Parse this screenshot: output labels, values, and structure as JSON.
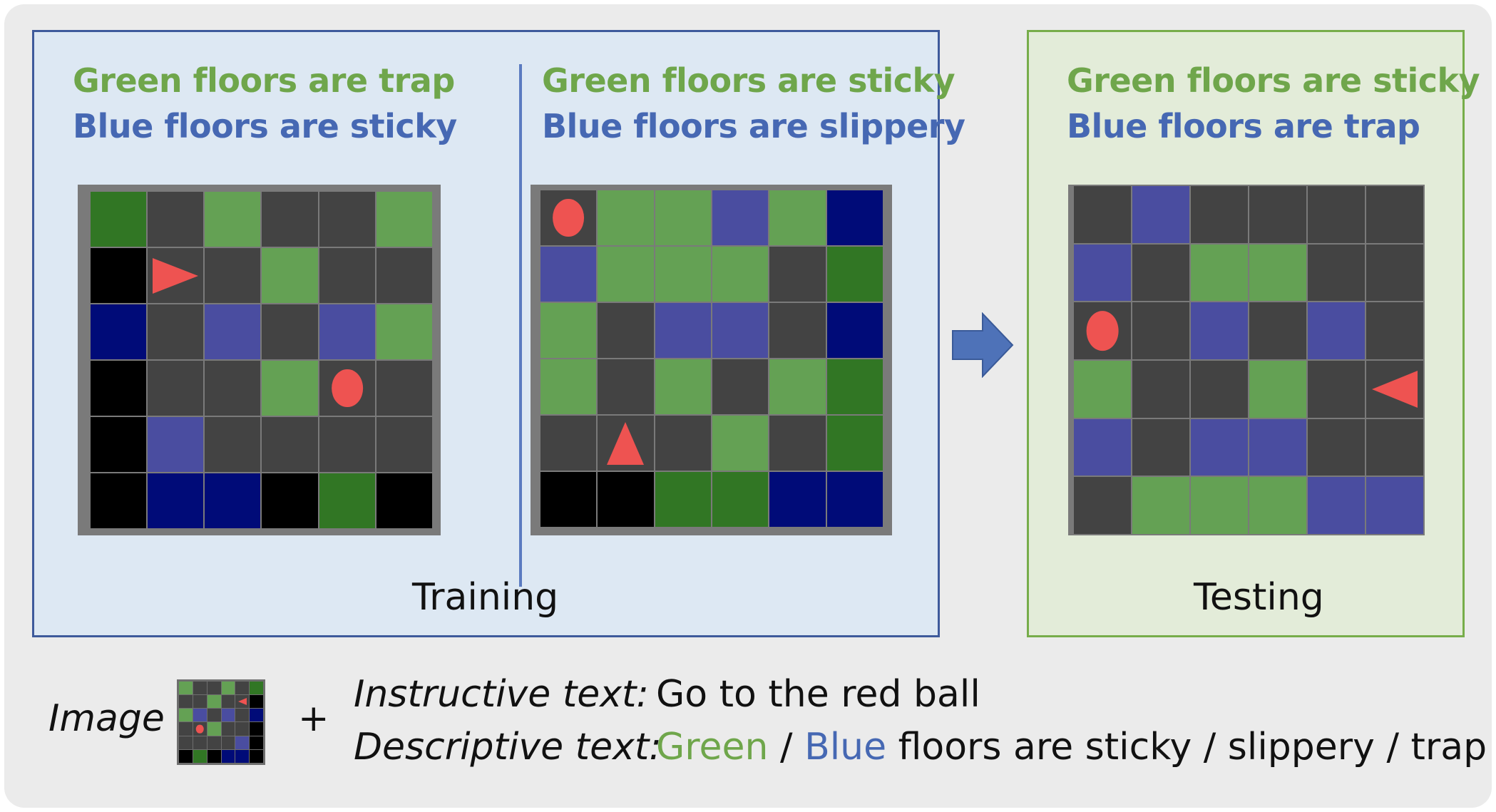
{
  "training": {
    "caption": "Training",
    "env1": {
      "line1": "Green floors are trap",
      "line2": "Blue floors are sticky",
      "grid": [
        [
          "G",
          "k",
          "g",
          "k",
          "k",
          "g"
        ],
        [
          "K",
          "k",
          "k",
          "g",
          "k",
          "k"
        ],
        [
          "B",
          "k",
          "b",
          "k",
          "b",
          "g"
        ],
        [
          "K",
          "k",
          "k",
          "g",
          "k",
          "k"
        ],
        [
          "K",
          "b",
          "k",
          "k",
          "k",
          "k"
        ],
        [
          "K",
          "B",
          "B",
          "K",
          "G",
          "K"
        ]
      ],
      "agent": {
        "row": 1,
        "col": 1,
        "dir": "right"
      },
      "ball": {
        "row": 3,
        "col": 4
      }
    },
    "env2": {
      "line1": "Green floors are sticky",
      "line2": "Blue floors are slippery",
      "grid": [
        [
          "k",
          "g",
          "g",
          "b",
          "g",
          "B"
        ],
        [
          "b",
          "g",
          "g",
          "g",
          "k",
          "G"
        ],
        [
          "g",
          "k",
          "b",
          "b",
          "k",
          "B"
        ],
        [
          "g",
          "k",
          "g",
          "k",
          "g",
          "G"
        ],
        [
          "k",
          "k",
          "k",
          "g",
          "k",
          "G"
        ],
        [
          "K",
          "K",
          "G",
          "G",
          "B",
          "B"
        ]
      ],
      "agent": {
        "row": 4,
        "col": 1,
        "dir": "up"
      },
      "ball": {
        "row": 0,
        "col": 0
      }
    }
  },
  "testing": {
    "caption": "Testing",
    "env": {
      "line1": "Green floors are sticky",
      "line2": "Blue floors are trap",
      "grid": [
        [
          "k",
          "b",
          "k",
          "k",
          "k",
          "k"
        ],
        [
          "b",
          "k",
          "g",
          "g",
          "k",
          "k"
        ],
        [
          "k",
          "k",
          "b",
          "k",
          "b",
          "k"
        ],
        [
          "g",
          "k",
          "k",
          "g",
          "k",
          "k"
        ],
        [
          "b",
          "k",
          "b",
          "b",
          "k",
          "k"
        ],
        [
          "k",
          "g",
          "g",
          "g",
          "b",
          "b"
        ]
      ],
      "agent": {
        "row": 3,
        "col": 5,
        "dir": "left"
      },
      "ball": {
        "row": 2,
        "col": 0
      }
    }
  },
  "bottom": {
    "image_label": "Image",
    "plus": "+",
    "instructive_label": "Instructive text:",
    "instructive_value": "Go to the red ball",
    "descriptive_label": "Descriptive text:",
    "descriptive_green": "Green",
    "descriptive_sep": " / ",
    "descriptive_blue": "Blue",
    "descriptive_rest": " floors are sticky / slippery / trap",
    "mini_grid": [
      [
        "g",
        "k",
        "k",
        "g",
        "k",
        "G"
      ],
      [
        "k",
        "k",
        "g",
        "k",
        "k",
        "K"
      ],
      [
        "g",
        "b",
        "k",
        "b",
        "k",
        "B"
      ],
      [
        "k",
        "k",
        "g",
        "k",
        "k",
        "K"
      ],
      [
        "k",
        "k",
        "k",
        "k",
        "b",
        "K"
      ],
      [
        "K",
        "G",
        "K",
        "B",
        "B",
        "K"
      ]
    ],
    "mini_agent": {
      "row": 1,
      "col": 4,
      "dir": "left"
    },
    "mini_ball": {
      "row": 3,
      "col": 1
    }
  },
  "colors": {
    "green_text": "#6fa64b",
    "blue_text": "#4668b3",
    "light_green_floor": "#64a154",
    "dark_green_floor": "#317624",
    "light_blue_floor": "#4a4da0",
    "dark_blue_floor": "#000b78",
    "gray_floor": "#434343",
    "black_floor": "#000000",
    "red_object": "#ee5351"
  }
}
